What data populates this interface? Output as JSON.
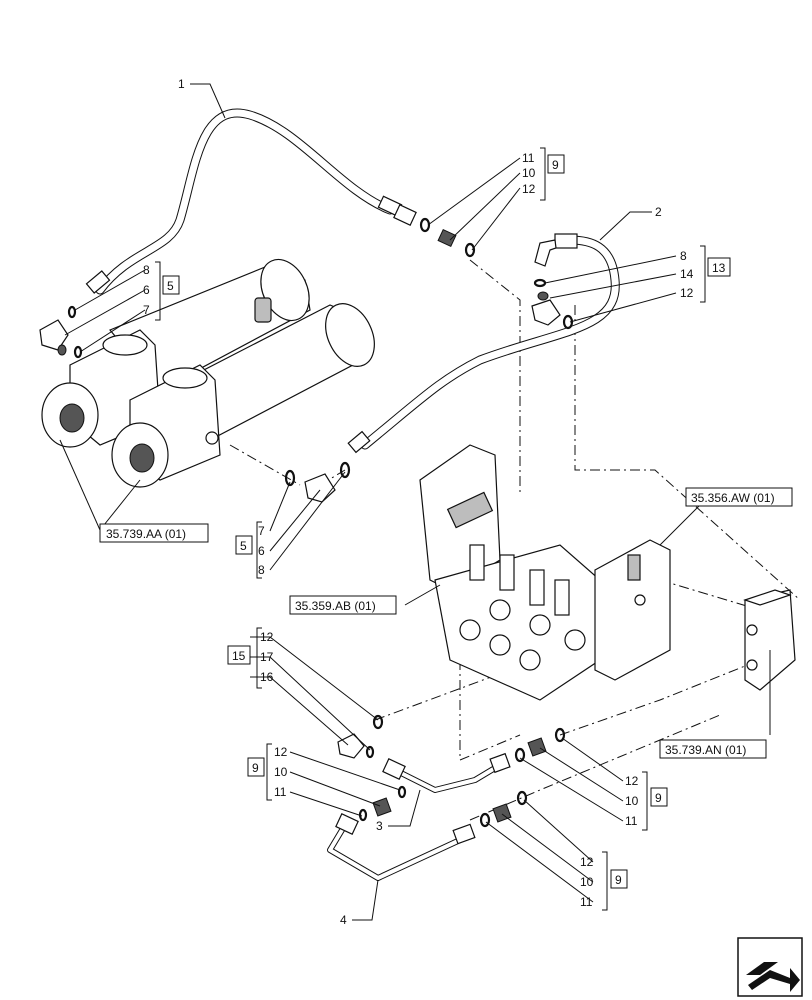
{
  "callouts": {
    "c1": "1",
    "c2": "2",
    "c3": "3",
    "c4": "4",
    "g1_11": "11",
    "g1_10": "10",
    "g1_12": "12",
    "g1_tag": "9",
    "g2_8": "8",
    "g2_14": "14",
    "g2_12": "12",
    "g2_tag": "13",
    "g3_8": "8",
    "g3_6": "6",
    "g3_7": "7",
    "g3_tag": "5",
    "g4_7": "7",
    "g4_6": "6",
    "g4_8": "8",
    "g4_tag": "5",
    "g5_12": "12",
    "g5_17": "17",
    "g5_16": "16",
    "g5_tag": "15",
    "g6_12": "12",
    "g6_10": "10",
    "g6_11": "11",
    "g6_tag": "9",
    "g7_12": "12",
    "g7_10": "10",
    "g7_11": "11",
    "g7_tag": "9",
    "g8_12": "12",
    "g8_10": "10",
    "g8_11": "11",
    "g8_tag": "9"
  },
  "references": {
    "cylinders": "35.739.AA (01)",
    "bracket": "35.356.AW (01)",
    "valve": "35.359.AB (01)",
    "mount": "35.739.AN (01)"
  },
  "nav_icon": "next-page-arrow-icon"
}
